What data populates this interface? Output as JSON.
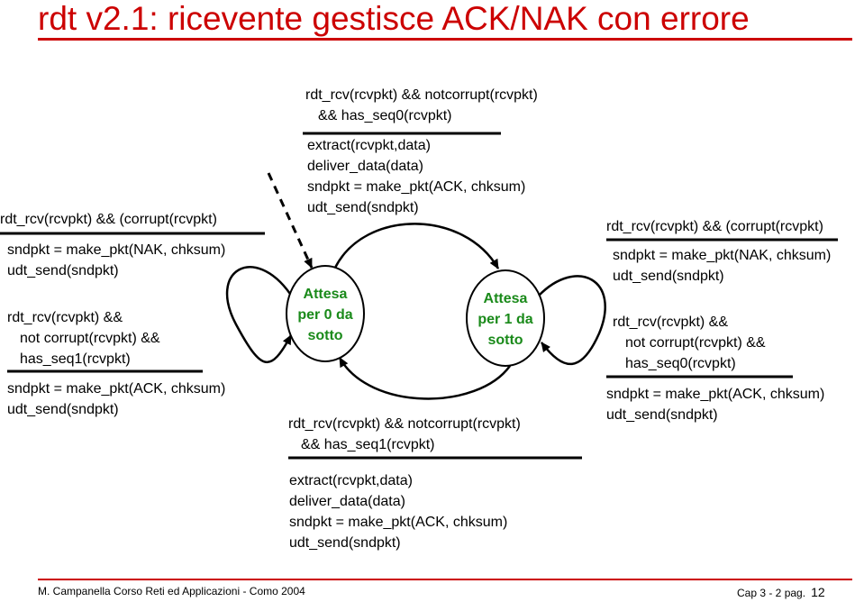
{
  "title": "rdt v2.1: ricevente gestisce ACK/NAK con errore",
  "states": {
    "s0": [
      "Attesa",
      "per 0 da",
      "sotto"
    ],
    "s1": [
      "Attesa",
      "per 1 da",
      "sotto"
    ]
  },
  "transitions": {
    "top": {
      "event": [
        "rdt_rcv(rcvpkt) && notcorrupt(rcvpkt)",
        "&& has_seq0(rcvpkt)"
      ],
      "action": [
        "extract(rcvpkt,data)",
        "deliver_data(data)",
        "sndpkt = make_pkt(ACK, chksum)",
        "udt_send(sndpkt)"
      ]
    },
    "bottom": {
      "event": [
        "rdt_rcv(rcvpkt) && notcorrupt(rcvpkt)",
        "&& has_seq1(rcvpkt)"
      ],
      "action": [
        "extract(rcvpkt,data)",
        "deliver_data(data)",
        "sndpkt = make_pkt(ACK, chksum)",
        "udt_send(sndpkt)"
      ]
    },
    "left_corrupt": {
      "event": [
        "rdt_rcv(rcvpkt) && (corrupt(rcvpkt)"
      ],
      "action": [
        "sndpkt = make_pkt(NAK, chksum)",
        "udt_send(sndpkt)"
      ]
    },
    "left_dup": {
      "event": [
        "rdt_rcv(rcvpkt) &&",
        "not corrupt(rcvpkt) &&",
        "has_seq1(rcvpkt)"
      ],
      "action": [
        "sndpkt = make_pkt(ACK, chksum)",
        "udt_send(sndpkt)"
      ]
    },
    "right_corrupt": {
      "event": [
        "rdt_rcv(rcvpkt) && (corrupt(rcvpkt)"
      ],
      "action": [
        "sndpkt = make_pkt(NAK, chksum)",
        "udt_send(sndpkt)"
      ]
    },
    "right_dup": {
      "event": [
        "rdt_rcv(rcvpkt) &&",
        "not corrupt(rcvpkt) &&",
        "has_seq0(rcvpkt)"
      ],
      "action": [
        "sndpkt = make_pkt(ACK, chksum)",
        "udt_send(sndpkt)"
      ]
    }
  },
  "footer": {
    "left": "M. Campanella Corso Reti ed Applicazioni - Como 2004",
    "right": "Cap 3 - 2 pag.",
    "page": "12"
  },
  "colors": {
    "title": "#cc0000",
    "state_text": "#1a8a1a",
    "lines": "#000000"
  }
}
